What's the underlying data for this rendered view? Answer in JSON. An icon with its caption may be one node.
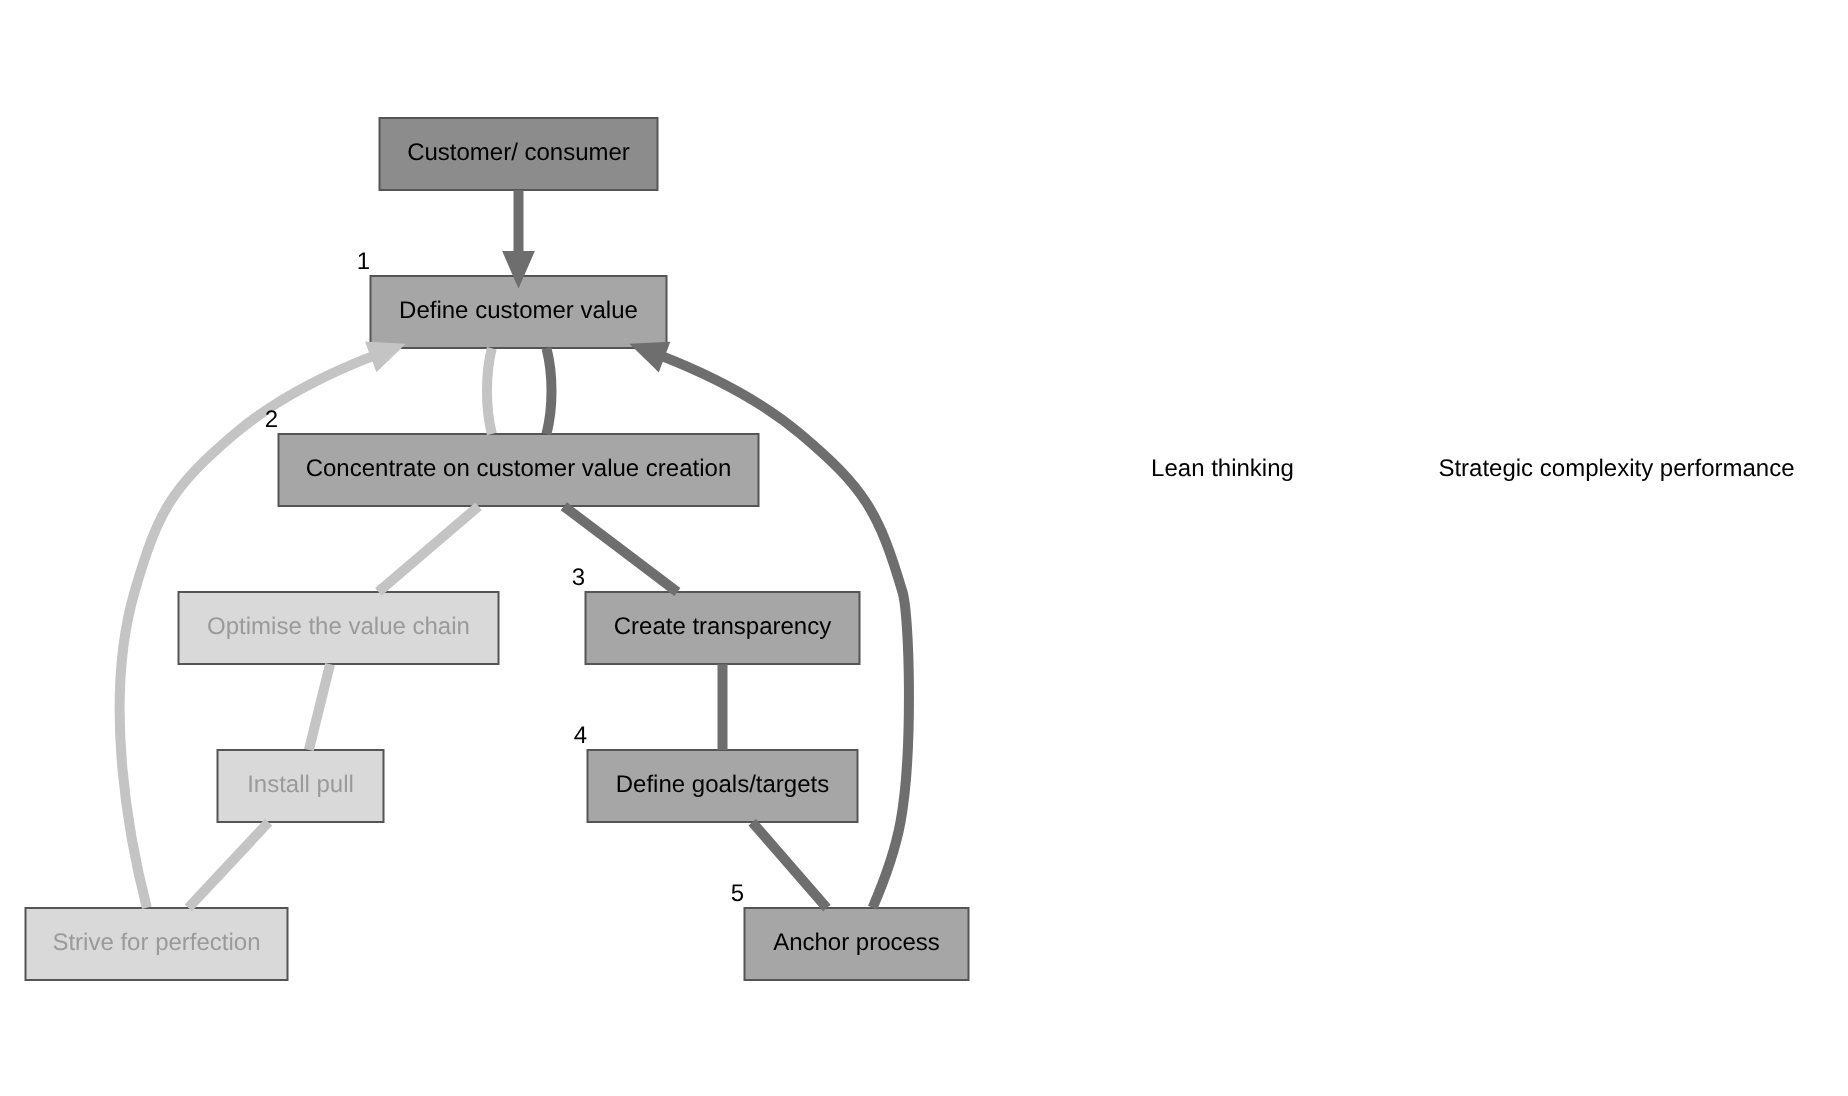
{
  "diagram": {
    "nodes": [
      {
        "text": [
          "Customer/ consumer"
        ]
      },
      {
        "text": [
          "Strive for perfection"
        ]
      },
      {
        "text": [
          "Anchor process"
        ],
        "beside": [
          "5"
        ]
      },
      {
        "text": [
          "Install pull"
        ]
      },
      {
        "text": [
          "Define customer value"
        ],
        "beside": [
          "1"
        ]
      },
      {
        "text": [
          "Define goals/targets"
        ],
        "beside": [
          "4"
        ]
      },
      {
        "text": [
          "Optimise the value chain"
        ]
      },
      {
        "text": [
          "Concentrate on customer value creation"
        ],
        "beside": [
          "2"
        ]
      },
      {
        "text": [
          "Create transparency"
        ],
        "beside": [
          "3"
        ]
      }
    ],
    "edges": [
      {
        "from": 0,
        "to": 4,
        "arrow": "to",
        "color": "#6e6e6e"
      },
      {
        "from": 4,
        "to": 7,
        "arrow": "none",
        "color": "#c4c4c4"
      },
      {
        "from": 7,
        "to": 6,
        "arrow": "none",
        "color": "#c4c4c4"
      },
      {
        "from": 6,
        "to": 3,
        "arrow": "none",
        "color": "#c4c4c4"
      },
      {
        "from": 3,
        "to": 1,
        "arrow": "none",
        "color": "#c4c4c4"
      },
      {
        "from": 1,
        "to": 4,
        "arrow": "to",
        "color": "#c4c4c4"
      },
      {
        "from": 4,
        "to": 7,
        "arrow": "none",
        "color": "#6e6e6e"
      },
      {
        "from": 7,
        "to": 8,
        "arrow": "none",
        "color": "#6e6e6e"
      },
      {
        "from": 8,
        "to": 5,
        "arrow": "none",
        "color": "#6e6e6e"
      },
      {
        "from": 5,
        "to": 2,
        "arrow": "none",
        "color": "#6e6e6e"
      },
      {
        "from": 2,
        "to": 4,
        "arrow": "to",
        "color": "#6e6e6e"
      }
    ],
    "labels": [
      "Lean thinking",
      "Strategic complexity performance"
    ]
  }
}
